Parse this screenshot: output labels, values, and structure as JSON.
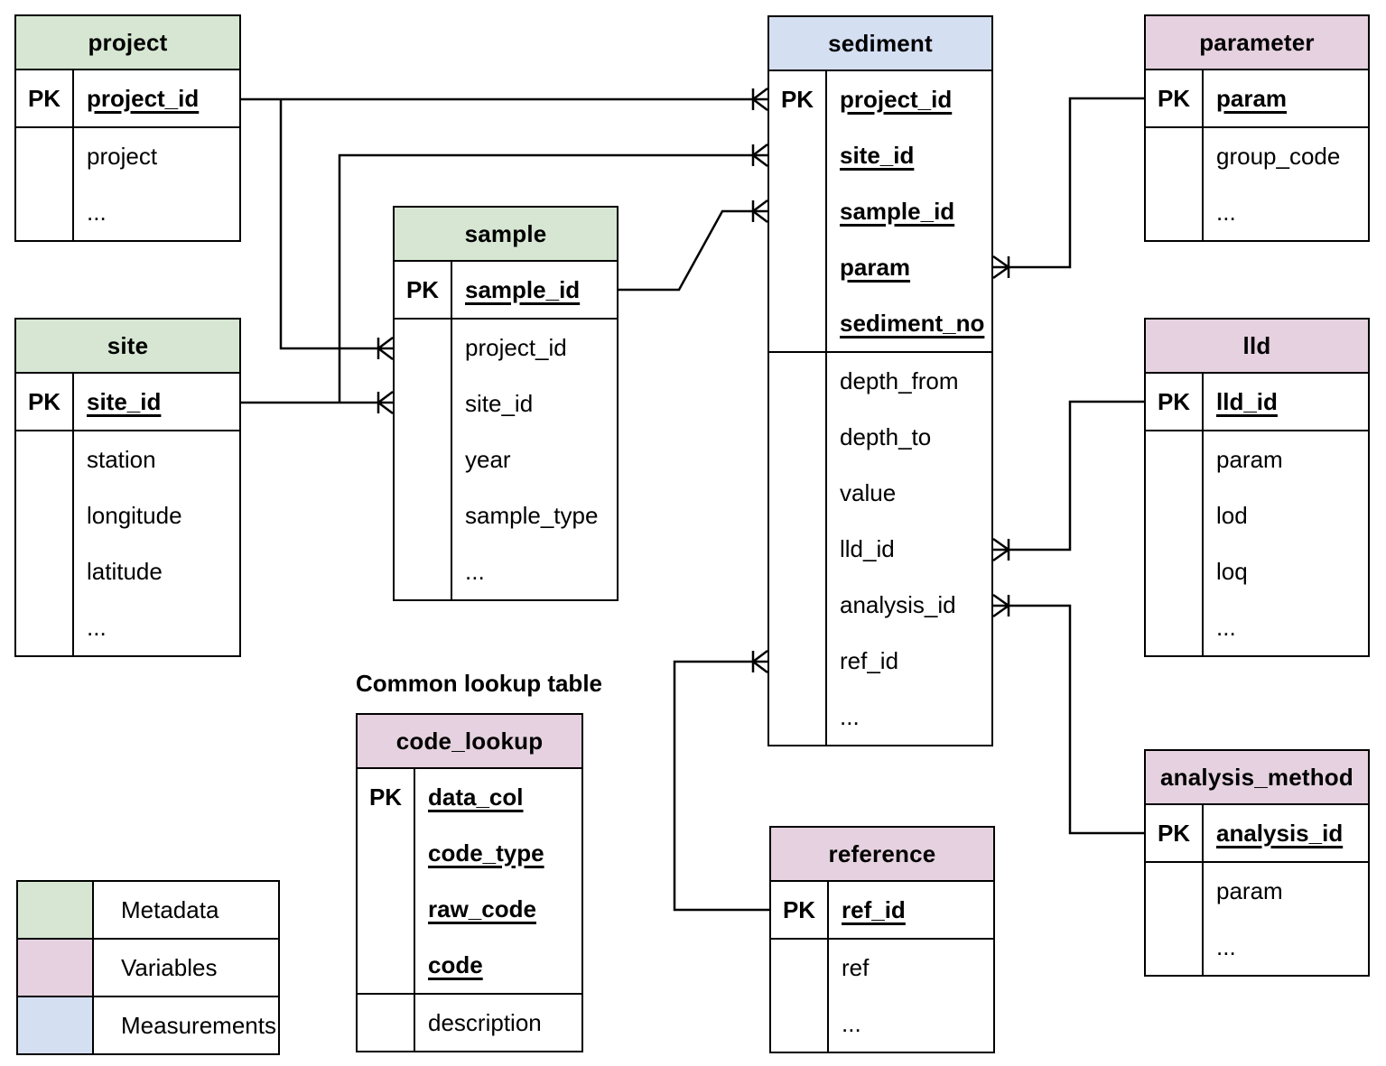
{
  "pk_label": "PK",
  "captions": {
    "lookup": "Common lookup table"
  },
  "colors": {
    "metadata": "#d6e6d2",
    "variables": "#e5d1df",
    "measurements": "#d4dff2",
    "line": "#000000"
  },
  "tables": [
    {
      "title": "project",
      "category": "metadata",
      "pk_fields": [
        "project_id"
      ],
      "fields": [
        "project",
        "..."
      ]
    },
    {
      "title": "site",
      "category": "metadata",
      "pk_fields": [
        "site_id"
      ],
      "fields": [
        "station",
        "longitude",
        "latitude",
        "..."
      ]
    },
    {
      "title": "sample",
      "category": "metadata",
      "pk_fields": [
        "sample_id"
      ],
      "fields": [
        "project_id",
        "site_id",
        "year",
        "sample_type",
        "..."
      ]
    },
    {
      "title": "sediment",
      "category": "measurements",
      "pk_fields": [
        "project_id",
        "site_id",
        "sample_id",
        "param",
        "sediment_no"
      ],
      "fields": [
        "depth_from",
        "depth_to",
        "value",
        "lld_id",
        "analysis_id",
        "ref_id",
        "..."
      ]
    },
    {
      "title": "parameter",
      "category": "variables",
      "pk_fields": [
        "param"
      ],
      "fields": [
        "group_code",
        "..."
      ]
    },
    {
      "title": "lld",
      "category": "variables",
      "pk_fields": [
        "lld_id"
      ],
      "fields": [
        "param",
        "lod",
        "loq",
        "..."
      ]
    },
    {
      "title": "analysis_method",
      "category": "variables",
      "pk_fields": [
        "analysis_id"
      ],
      "fields": [
        "param",
        "..."
      ]
    },
    {
      "title": "reference",
      "category": "variables",
      "pk_fields": [
        "ref_id"
      ],
      "fields": [
        "ref",
        "..."
      ]
    },
    {
      "title": "code_lookup",
      "category": "variables",
      "pk_fields": [
        "data_col",
        "code_type",
        "raw_code",
        "code"
      ],
      "fields": [
        "description"
      ]
    }
  ],
  "legend": {
    "items": [
      {
        "label": "Metadata",
        "color_key": "metadata"
      },
      {
        "label": "Variables",
        "color_key": "variables"
      },
      {
        "label": "Measurements",
        "color_key": "measurements"
      }
    ]
  },
  "connections": [
    {
      "from": "project.project_id",
      "to": "sediment.project_id",
      "cardinality": "one-to-many",
      "many_end": "sediment"
    },
    {
      "from": "project.project_id",
      "to": "sample.project_id",
      "cardinality": "one-to-many",
      "many_end": "sample"
    },
    {
      "from": "site.site_id",
      "to": "sample.site_id",
      "cardinality": "one-to-many",
      "many_end": "sample"
    },
    {
      "from": "site.site_id",
      "to": "sediment.site_id",
      "cardinality": "one-to-many",
      "many_end": "sediment"
    },
    {
      "from": "sample.sample_id",
      "to": "sediment.sample_id",
      "cardinality": "one-to-many",
      "many_end": "sediment"
    },
    {
      "from": "parameter.param",
      "to": "sediment.param",
      "cardinality": "one-to-many",
      "many_end": "sediment"
    },
    {
      "from": "lld.lld_id",
      "to": "sediment.lld_id",
      "cardinality": "one-to-many",
      "many_end": "sediment"
    },
    {
      "from": "analysis_method.analysis_id",
      "to": "sediment.analysis_id",
      "cardinality": "one-to-many",
      "many_end": "sediment"
    },
    {
      "from": "reference.ref_id",
      "to": "sediment.ref_id",
      "cardinality": "one-to-many",
      "many_end": "sediment"
    }
  ]
}
